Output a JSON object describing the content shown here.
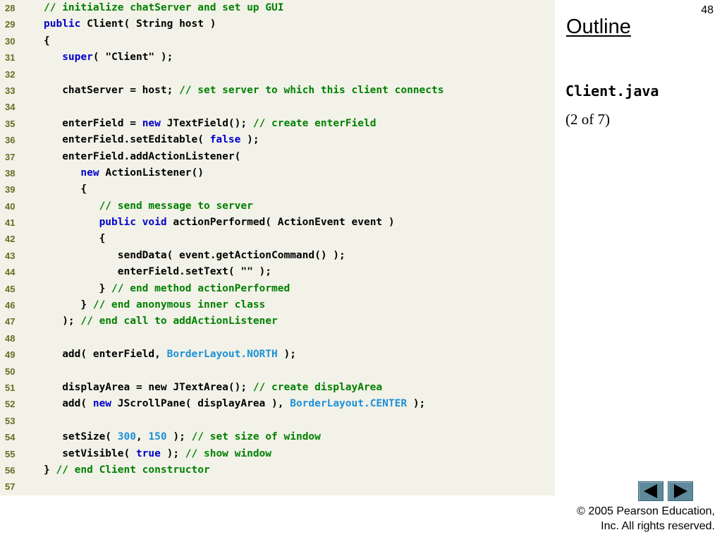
{
  "slide": {
    "number": "48",
    "outline_title": "Outline",
    "file_name": "Client.java",
    "page_info": "(2 of 7)"
  },
  "navigation": {
    "prev_icon": "triangle-left",
    "next_icon": "triangle-right",
    "color": "#5f8a9b"
  },
  "footer": {
    "copyright_line1": "© 2005 Pearson Education,",
    "copyright_line2": "Inc.  All rights reserved."
  },
  "colors": {
    "code_background": "#f2f2e8",
    "keyword": "#0000cc",
    "comment": "#008000",
    "constant": "#1e90d8",
    "line_number": "#6b6b24"
  },
  "code_lines": [
    {
      "num": "28",
      "tokens": [
        {
          "t": "comment",
          "s": "// initialize chatServer and set up GUI"
        }
      ]
    },
    {
      "num": "29",
      "tokens": [
        {
          "t": "keyword",
          "s": "public"
        },
        {
          "t": "plain",
          "s": " Client( String host )"
        }
      ]
    },
    {
      "num": "30",
      "tokens": [
        {
          "t": "plain",
          "s": "{"
        }
      ]
    },
    {
      "num": "31",
      "tokens": [
        {
          "t": "plain",
          "s": "   "
        },
        {
          "t": "keyword",
          "s": "super"
        },
        {
          "t": "plain",
          "s": "( \"Client\" );"
        }
      ]
    },
    {
      "num": "32",
      "tokens": []
    },
    {
      "num": "33",
      "tokens": [
        {
          "t": "plain",
          "s": "   chatServer = host; "
        },
        {
          "t": "comment",
          "s": "// set server to which this client connects"
        }
      ]
    },
    {
      "num": "34",
      "tokens": []
    },
    {
      "num": "35",
      "tokens": [
        {
          "t": "plain",
          "s": "   enterField = "
        },
        {
          "t": "keyword",
          "s": "new"
        },
        {
          "t": "plain",
          "s": " JTextField(); "
        },
        {
          "t": "comment",
          "s": "// create enterField"
        }
      ]
    },
    {
      "num": "36",
      "tokens": [
        {
          "t": "plain",
          "s": "   enterField.setEditable( "
        },
        {
          "t": "keyword",
          "s": "false"
        },
        {
          "t": "plain",
          "s": " );"
        }
      ]
    },
    {
      "num": "37",
      "tokens": [
        {
          "t": "plain",
          "s": "   enterField.addActionListener("
        }
      ]
    },
    {
      "num": "38",
      "tokens": [
        {
          "t": "plain",
          "s": "      "
        },
        {
          "t": "keyword",
          "s": "new"
        },
        {
          "t": "plain",
          "s": " ActionListener()"
        }
      ]
    },
    {
      "num": "39",
      "tokens": [
        {
          "t": "plain",
          "s": "      {"
        }
      ]
    },
    {
      "num": "40",
      "tokens": [
        {
          "t": "plain",
          "s": "         "
        },
        {
          "t": "comment",
          "s": "// send message to server"
        }
      ]
    },
    {
      "num": "41",
      "tokens": [
        {
          "t": "plain",
          "s": "         "
        },
        {
          "t": "keyword",
          "s": "public void"
        },
        {
          "t": "plain",
          "s": " actionPerformed( ActionEvent event )"
        }
      ]
    },
    {
      "num": "42",
      "tokens": [
        {
          "t": "plain",
          "s": "         {"
        }
      ]
    },
    {
      "num": "43",
      "tokens": [
        {
          "t": "plain",
          "s": "            sendData( event.getActionCommand() );"
        }
      ]
    },
    {
      "num": "44",
      "tokens": [
        {
          "t": "plain",
          "s": "            enterField.setText( \"\" );"
        }
      ]
    },
    {
      "num": "45",
      "tokens": [
        {
          "t": "plain",
          "s": "         } "
        },
        {
          "t": "comment",
          "s": "// end method actionPerformed"
        }
      ]
    },
    {
      "num": "46",
      "tokens": [
        {
          "t": "plain",
          "s": "      } "
        },
        {
          "t": "comment",
          "s": "// end anonymous inner class"
        }
      ]
    },
    {
      "num": "47",
      "tokens": [
        {
          "t": "plain",
          "s": "   ); "
        },
        {
          "t": "comment",
          "s": "// end call to addActionListener"
        }
      ]
    },
    {
      "num": "48",
      "tokens": []
    },
    {
      "num": "49",
      "tokens": [
        {
          "t": "plain",
          "s": "   add( enterField, "
        },
        {
          "t": "constant",
          "s": "BorderLayout.NORTH"
        },
        {
          "t": "plain",
          "s": " );"
        }
      ]
    },
    {
      "num": "50",
      "tokens": []
    },
    {
      "num": "51",
      "tokens": [
        {
          "t": "plain",
          "s": "   displayArea = new JTextArea(); "
        },
        {
          "t": "comment",
          "s": "// create displayArea"
        }
      ]
    },
    {
      "num": "52",
      "tokens": [
        {
          "t": "plain",
          "s": "   add( "
        },
        {
          "t": "keyword",
          "s": "new"
        },
        {
          "t": "plain",
          "s": " JScrollPane( displayArea ), "
        },
        {
          "t": "constant",
          "s": "BorderLayout.CENTER"
        },
        {
          "t": "plain",
          "s": " );"
        }
      ]
    },
    {
      "num": "53",
      "tokens": []
    },
    {
      "num": "54",
      "tokens": [
        {
          "t": "plain",
          "s": "   setSize( "
        },
        {
          "t": "constant",
          "s": "300"
        },
        {
          "t": "plain",
          "s": ", "
        },
        {
          "t": "constant",
          "s": "150"
        },
        {
          "t": "plain",
          "s": " ); "
        },
        {
          "t": "comment",
          "s": "// set size of window"
        }
      ]
    },
    {
      "num": "55",
      "tokens": [
        {
          "t": "plain",
          "s": "   setVisible( "
        },
        {
          "t": "keyword",
          "s": "true"
        },
        {
          "t": "plain",
          "s": " ); "
        },
        {
          "t": "comment",
          "s": "// show window"
        }
      ]
    },
    {
      "num": "56",
      "tokens": [
        {
          "t": "plain",
          "s": "} "
        },
        {
          "t": "comment",
          "s": "// end Client constructor"
        }
      ]
    },
    {
      "num": "57",
      "tokens": []
    }
  ]
}
